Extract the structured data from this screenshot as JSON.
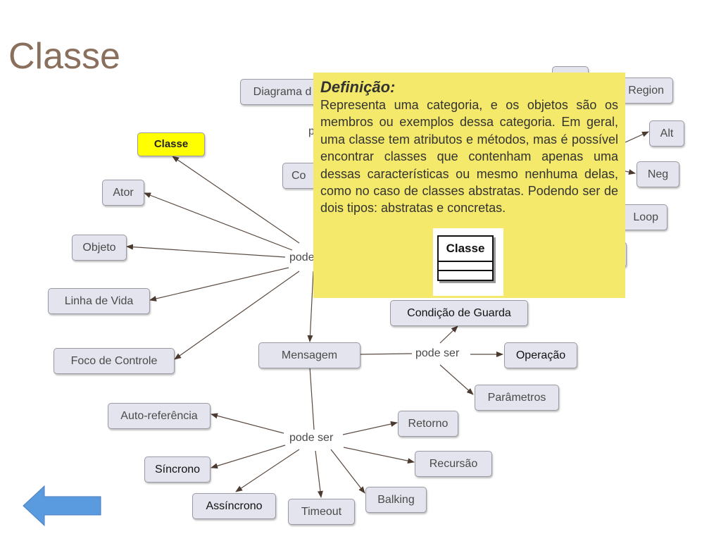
{
  "title": "Classe",
  "nodes": {
    "diagrama": "Diagrama d",
    "region": "Region",
    "alt": "Alt",
    "neg": "Neg",
    "loop": "Loop",
    "classe": "Classe",
    "ator": "Ator",
    "objeto": "Objeto",
    "linha_vida": "Linha de Vida",
    "foco_controle": "Foco de Controle",
    "con": "Co",
    "mensagem": "Mensagem",
    "condicao_guarda": "Condição de Guarda",
    "operacao": "Operação",
    "parametros": "Parâmetros",
    "auto_referencia": "Auto-referência",
    "retorno": "Retorno",
    "sincrono": "Síncrono",
    "recursao": "Recursão",
    "assincrono": "Assíncrono",
    "timeout": "Timeout",
    "balking": "Balking"
  },
  "labels": {
    "pode_main": "pode",
    "p_small": "p",
    "pode_ser_msg": "pode ser",
    "pode_ser_bottom": "pode ser"
  },
  "popup": {
    "title": "Definição:",
    "text": "Representa uma categoria, e os objetos são os membros ou exemplos dessa categoria. Em geral, uma classe tem atributos e métodos, mas é possível encontrar classes que contenham apenas uma dessas características ou mesmo nenhuma delas, como no caso de classes abstratas. Podendo ser de dois tipos: abstratas e concretas.",
    "symbol_label": "Classe"
  },
  "colors": {
    "popup_bg": "#f4e96a",
    "highlight": "#ffff00",
    "node_bg": "#e4e4ee",
    "title": "#8a6f5c",
    "arrow": "#5a9be0"
  },
  "icons": {
    "back": "left-arrow-icon"
  }
}
